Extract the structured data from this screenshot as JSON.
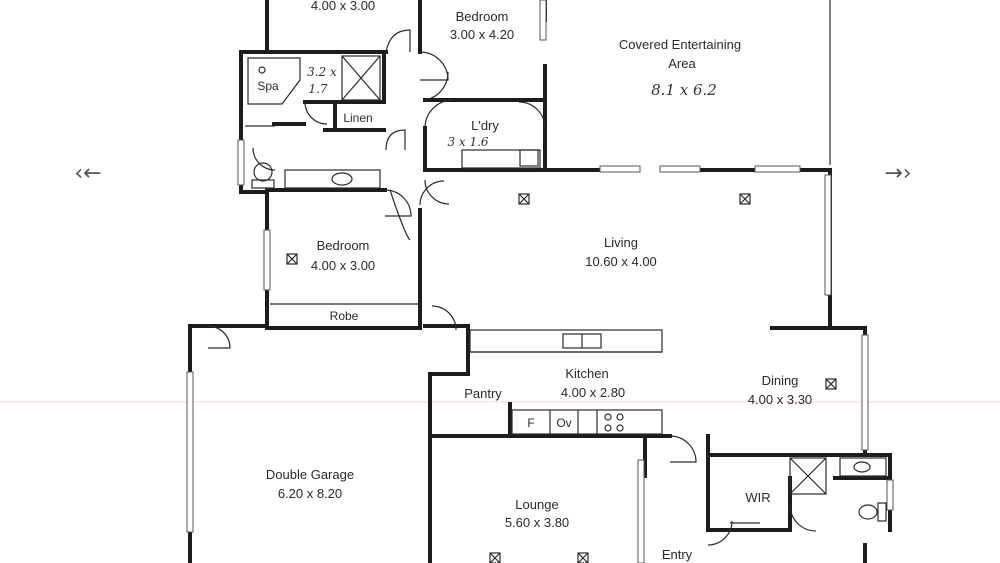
{
  "rooms": {
    "bedroom_top_left": {
      "dims": "4.00 x 3.00"
    },
    "bedroom_top": {
      "name": "Bedroom",
      "dims": "3.00 x 4.20"
    },
    "covered_entertaining": {
      "line1": "Covered Entertaining",
      "line2": "Area",
      "hand_dims": "8.1 x 6.2"
    },
    "spa": {
      "name": "Spa",
      "hand_a": "3.2 x",
      "hand_b": "1.7"
    },
    "linen": {
      "name": "Linen"
    },
    "laundry": {
      "name": "L'dry",
      "hand_dims": "3 x 1.6"
    },
    "bedroom_mid": {
      "name": "Bedroom",
      "dims": "4.00 x 3.00"
    },
    "robe": {
      "name": "Robe"
    },
    "living": {
      "name": "Living",
      "dims": "10.60 x 4.00"
    },
    "kitchen": {
      "name": "Kitchen",
      "dims": "4.00 x 2.80"
    },
    "pantry": {
      "name": "Pantry"
    },
    "fridge": {
      "name": "F"
    },
    "oven": {
      "name": "Ov"
    },
    "dining": {
      "name": "Dining",
      "dims": "4.00 x 3.30"
    },
    "double_garage": {
      "name": "Double Garage",
      "dims": "6.20 x 8.20"
    },
    "lounge": {
      "name": "Lounge",
      "dims": "5.60 x 3.80"
    },
    "wir": {
      "name": "WIR"
    },
    "entry": {
      "name": "Entry"
    }
  },
  "nav": {
    "prev": "‹←",
    "next": "→›"
  },
  "icons": {
    "prev": "arrow-left-icon",
    "next": "arrow-right-icon",
    "light": "ceiling-light-icon"
  }
}
